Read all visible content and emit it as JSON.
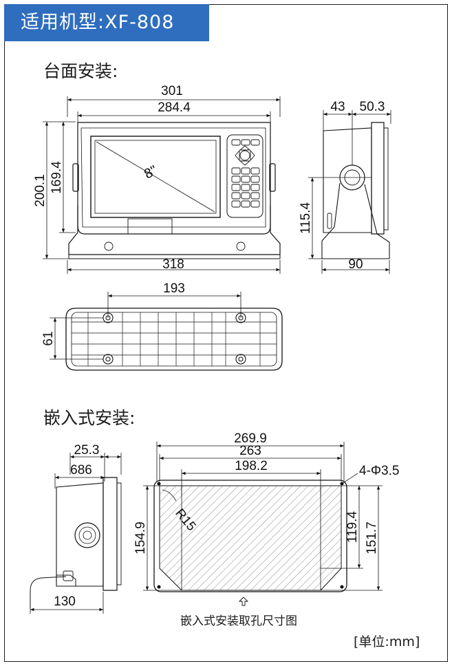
{
  "header": {
    "title": "适用机型:XF-808"
  },
  "desktop_section": {
    "title": "台面安装:",
    "front_view": {
      "dim_total_width": "301",
      "dim_body_width": "284.4",
      "dim_total_height": "200.1",
      "dim_body_height": "169.4",
      "dim_base_width": "318",
      "screen_size": "8\""
    },
    "side_view": {
      "dim_depth_1": "43",
      "dim_depth_2": "50.3",
      "dim_bracket_height": "115.4",
      "dim_base_depth": "90"
    },
    "bottom_view": {
      "dim_hole_spacing_x": "193",
      "dim_hole_spacing_y": "61"
    }
  },
  "flush_section": {
    "title": "嵌入式安装:",
    "side_view": {
      "dim_top_1": "25.3",
      "dim_top_2": "686",
      "dim_bottom": "130"
    },
    "cutout_view": {
      "dim_outer_width": "269.9",
      "dim_cutout_width": "263",
      "dim_inner_width": "198.2",
      "dim_hole": "4-Φ3.5",
      "dim_radius": "R15",
      "dim_outer_height": "154.9",
      "dim_inner_height": "119.4",
      "dim_cutout_height": "151.7",
      "caption": "嵌入式安装取孔尺寸图"
    }
  },
  "footer": {
    "unit_label": "[单位:mm]"
  }
}
